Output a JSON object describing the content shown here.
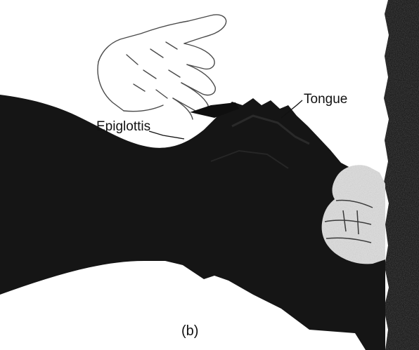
{
  "figure": {
    "labels": {
      "epiglottis": "Epiglottis",
      "tongue": "Tongue",
      "panel": "(b)"
    },
    "colors": {
      "background": "#ffffff",
      "body_silhouette": "#151515",
      "wall_texture": "#0c0c0c",
      "glove_line": "#4a4a4a",
      "label_text": "#111111"
    }
  }
}
